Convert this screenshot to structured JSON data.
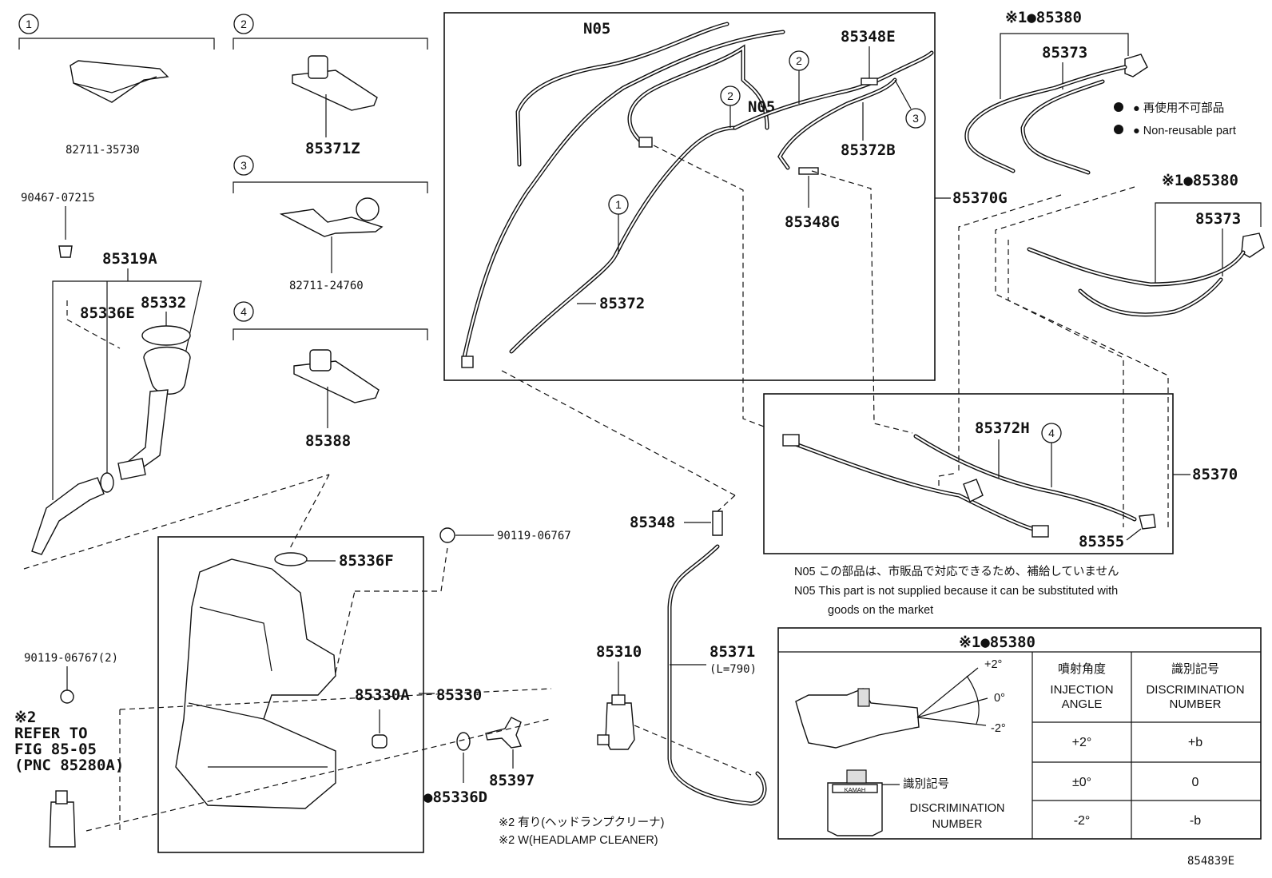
{
  "diagram_id": "854839E",
  "callouts": [
    "1",
    "2",
    "3",
    "4"
  ],
  "groups": {
    "g1": {
      "part": "82711-35730"
    },
    "g2": {
      "part": "85371Z"
    },
    "g3": {
      "part": "82711-24760"
    },
    "g4": {
      "part": "85388"
    }
  },
  "parts": {
    "p90467": "90467-07215",
    "p85319A": "85319A",
    "p85336E": "85336E",
    "p85332": "85332",
    "p85336F": "85336F",
    "p90119": "90119-06767",
    "p90119x2": "90119-06767(2)",
    "p85330A": "85330A",
    "p85330": "85330",
    "p85336D": "●85336D",
    "p85397": "85397",
    "p85310": "85310",
    "p85348": "85348",
    "p85371": "85371",
    "p85371len": "(L=790)",
    "pN05a": "N05",
    "pN05b": "N05",
    "p85348E": "85348E",
    "p85372B": "85372B",
    "p85348G": "85348G",
    "p85372": "85372",
    "p85370G": "85370G",
    "p85372H": "85372H",
    "p85370": "85370",
    "p85355": "85355",
    "p85380a": "※1●85380",
    "p85373a": "85373",
    "p85380b": "※1●85380",
    "p85373b": "85373"
  },
  "refer": [
    "※2",
    "REFER TO",
    "FIG 85-05",
    "(PNC 85280A)"
  ],
  "legend": {
    "jp": "● 再使用不可部品",
    "en": "● Non-reusable part"
  },
  "n05_note": {
    "jp": "N05 この部品は、市販品で対応できるため、補給していません",
    "en1": "N05 This part is not supplied because it can be substituted with",
    "en2": "goods on the market"
  },
  "headlamp_note": {
    "jp": "※2 有り(ヘッドランプクリーナ)",
    "en": "※2 W(HEADLAMP CLEANER)"
  },
  "table": {
    "title": "※1●85380",
    "col1_jp": "噴射角度",
    "col1_en1": "INJECTION",
    "col1_en2": "ANGLE",
    "col2_jp": "識別記号",
    "col2_en1": "DISCRIMINATION",
    "col2_en2": "NUMBER",
    "rows": [
      {
        "angle": "+2°",
        "code": "+b"
      },
      {
        "angle": "±0°",
        "code": "0"
      },
      {
        "angle": "-2°",
        "code": "-b"
      }
    ],
    "angle_marks": [
      "+2°",
      "0°",
      "-2°"
    ],
    "mark_label_jp": "識別記号",
    "mark_label_en1": "DISCRIMINATION",
    "mark_label_en2": "NUMBER",
    "stamp": "KAMAH"
  }
}
